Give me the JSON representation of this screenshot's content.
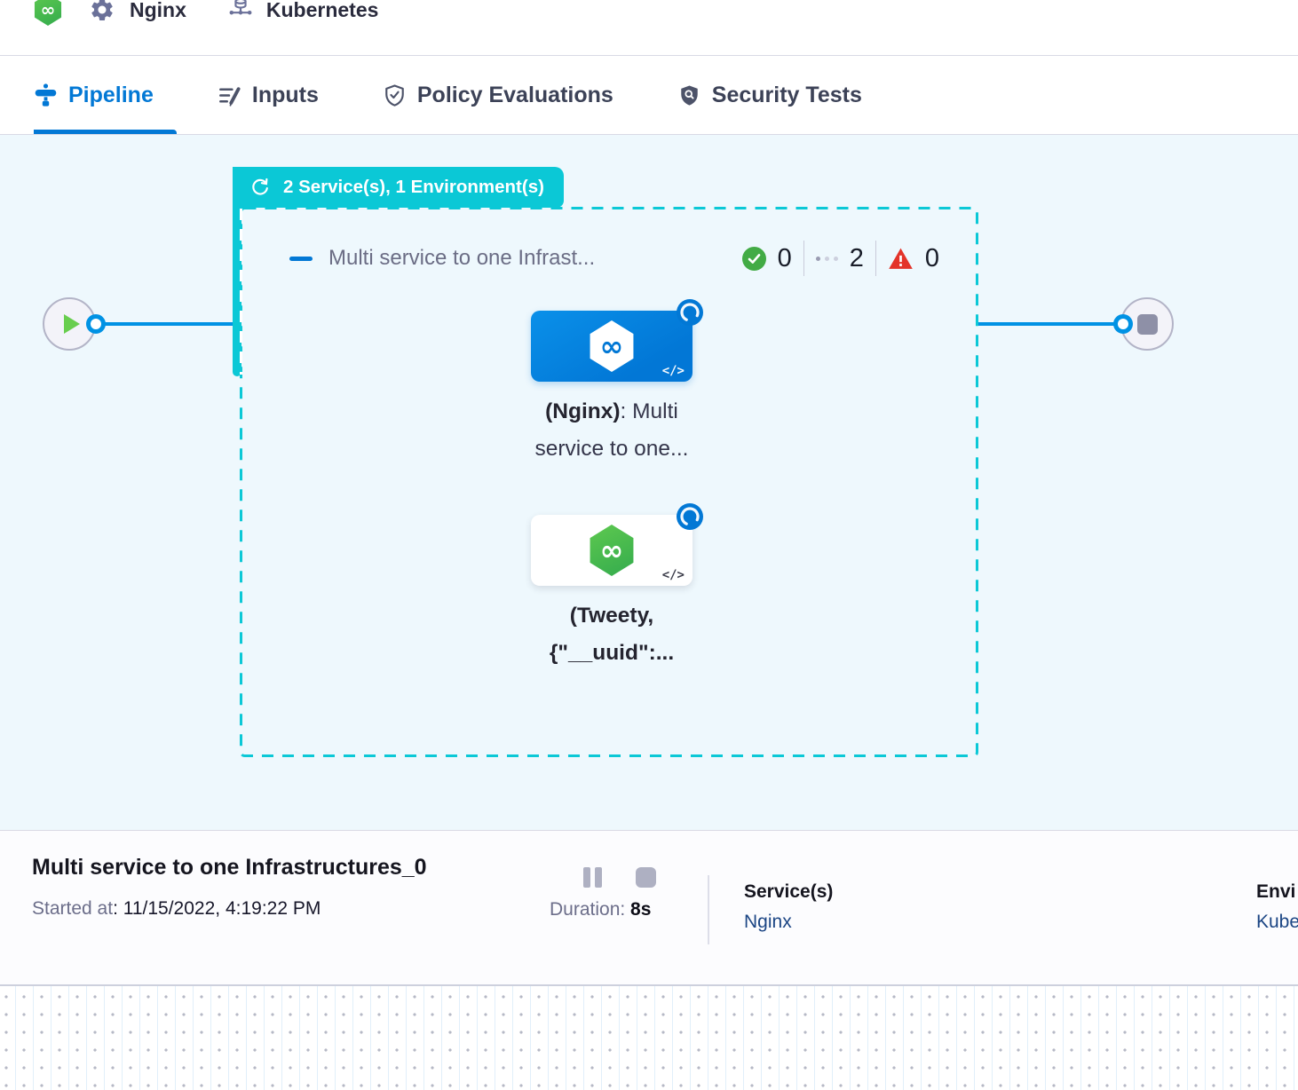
{
  "header": {
    "service_crumb": "Nginx",
    "environment_crumb": "Kubernetes",
    "logo_glyph": "∞"
  },
  "tabs": [
    {
      "label": "Pipeline",
      "active": true
    },
    {
      "label": "Inputs",
      "active": false
    },
    {
      "label": "Policy Evaluations",
      "active": false
    },
    {
      "label": "Security Tests",
      "active": false
    }
  ],
  "canvas": {
    "stage_badge": "2 Service(s), 1 Environment(s)",
    "stage": {
      "title": "Multi service to one Infrast...",
      "success_count": "0",
      "running_count": "2",
      "failed_count": "0"
    },
    "nodes": [
      {
        "label_bold": "(Nginx)",
        "label_rest": ": Multi",
        "label_line2": "service to one...",
        "code_badge": "</>",
        "icon_glyph": "∞"
      },
      {
        "label_line1": "(Tweety,",
        "label_line2": "{\"__uuid\":...",
        "code_badge": "</>",
        "icon_glyph": "∞"
      }
    ]
  },
  "footer": {
    "title": "Multi service to one Infrastructures_0",
    "started_label": "Started at",
    "started_value": ": 11/15/2022, 4:19:22 PM",
    "duration_label": "Duration: ",
    "duration_value": "8s",
    "services_label": "Service(s)",
    "services_value": "Nginx",
    "environments_label": "Envi",
    "environments_value": "Kube"
  },
  "colors": {
    "accent_blue": "#0278d5",
    "flow_line_blue": "#0092e4",
    "stage_teal": "#0bc8d6",
    "success_green": "#42ab45",
    "failed_red": "#e3342a",
    "link_navy": "#1b4584",
    "canvas_bg": "#eef8fd"
  }
}
